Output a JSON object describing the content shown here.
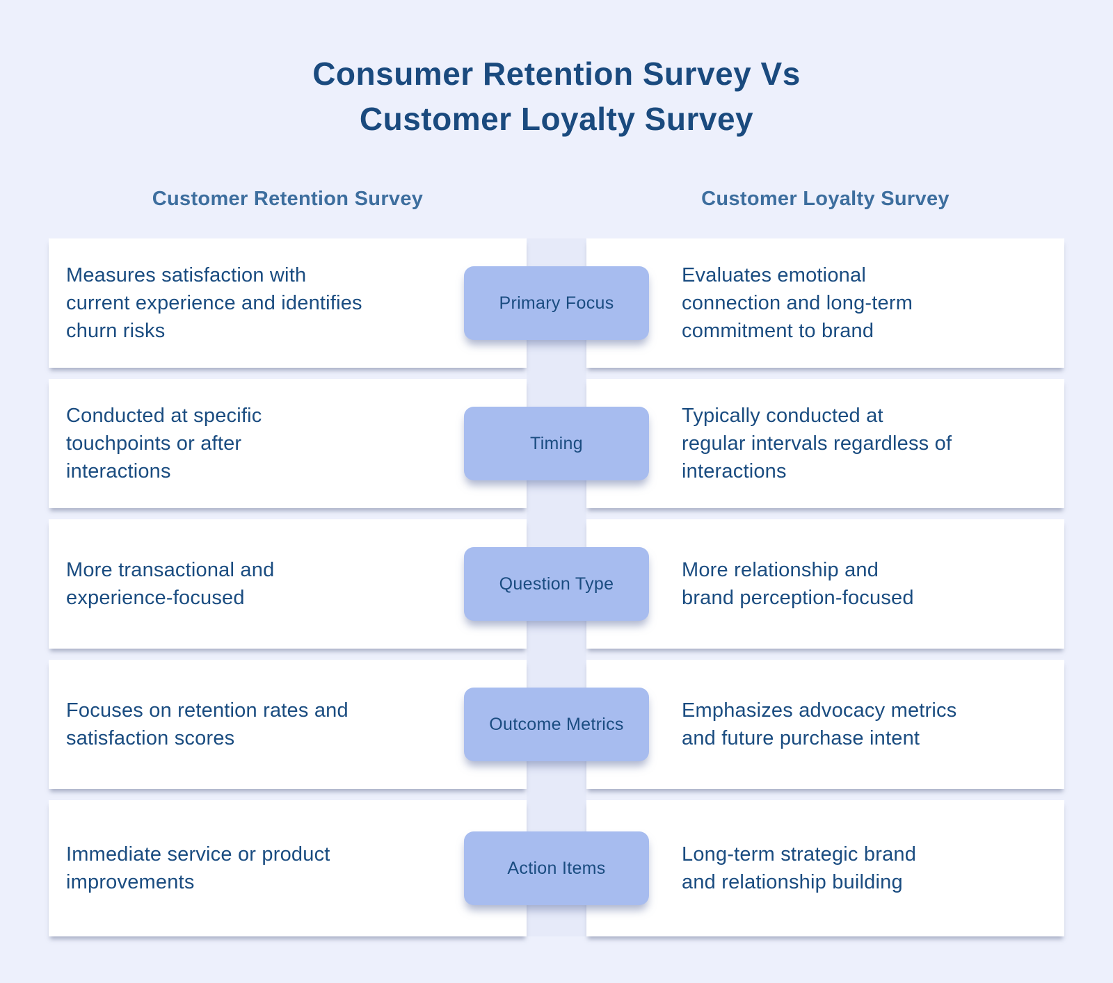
{
  "title": {
    "line1": "Consumer Retention Survey Vs",
    "line2": "Customer Loyalty Survey"
  },
  "columns": {
    "left_header": "Customer Retention Survey",
    "right_header": "Customer Loyalty Survey"
  },
  "rows": [
    {
      "label": "Primary Focus",
      "left": "Measures satisfaction with\ncurrent experience and identifies\nchurn risks",
      "right": "Evaluates emotional\nconnection and long-term\ncommitment to brand"
    },
    {
      "label": "Timing",
      "left": "Conducted at specific\ntouchpoints or after\ninteractions",
      "right": "Typically conducted at\nregular intervals regardless of\ninteractions"
    },
    {
      "label": "Question Type",
      "left": "More transactional and\nexperience-focused",
      "right": "More relationship and\nbrand perception-focused"
    },
    {
      "label": "Outcome Metrics",
      "left": "Focuses on retention rates and\nsatisfaction scores",
      "right": "Emphasizes advocacy metrics\nand future purchase intent"
    },
    {
      "label": "Action Items",
      "left": "Immediate service or product\nimprovements",
      "right": "Long-term strategic brand\nand relationship building"
    }
  ],
  "colors": {
    "background": "#EDF0FC",
    "center_strip": "#E6EAF9",
    "card": "#FFFFFF",
    "label_pill": "#A7BCEF",
    "title_text": "#1A4A7E",
    "header_text": "#3D6E9E",
    "body_text": "#1A4C80"
  }
}
